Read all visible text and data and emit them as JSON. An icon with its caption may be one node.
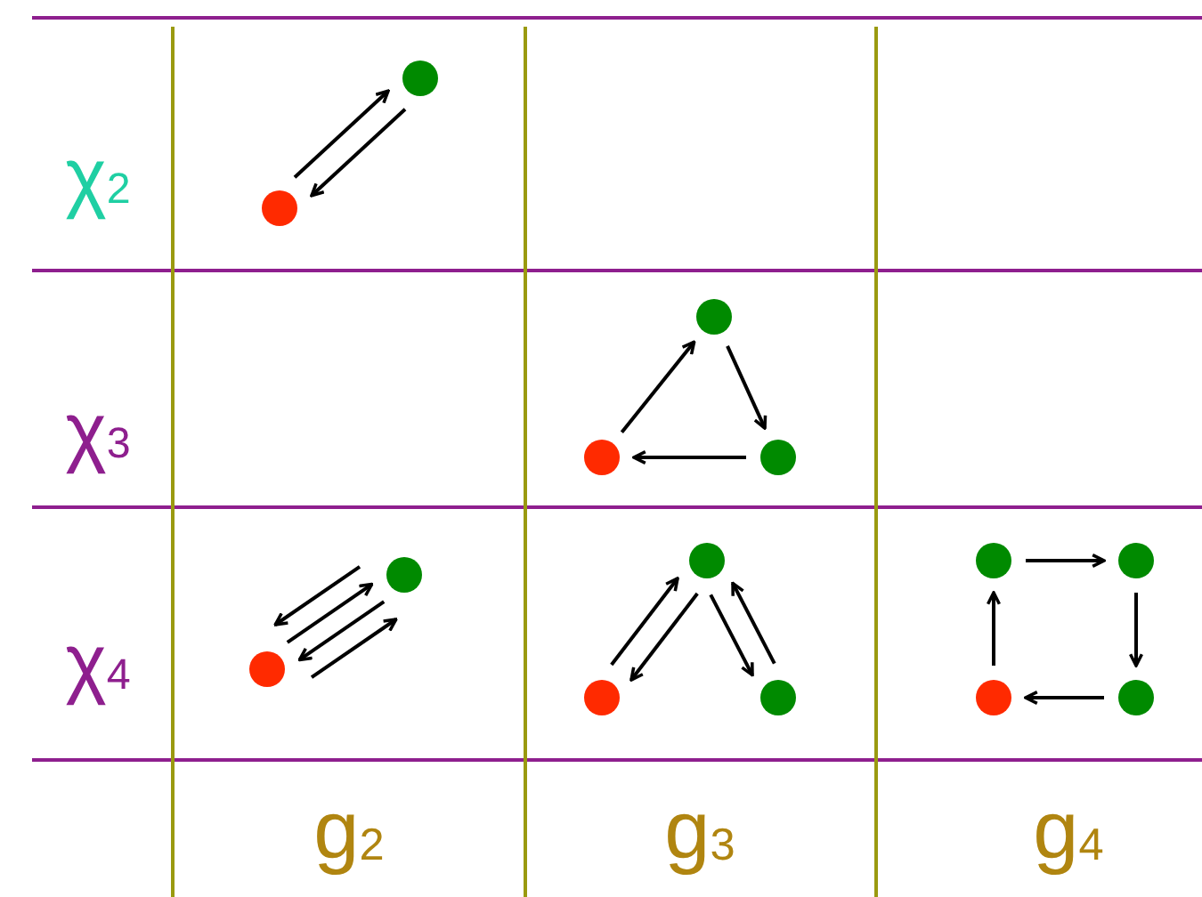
{
  "diagram": {
    "nodes": [
      {
        "text": [],
        "shape": "circle"
      },
      {
        "text": [],
        "shape": "circle"
      },
      {
        "text": [],
        "shape": "circle"
      },
      {
        "text": [],
        "shape": "circle"
      },
      {
        "text": [],
        "shape": "circle"
      },
      {
        "text": [],
        "shape": "circle"
      },
      {
        "text": [],
        "shape": "circle"
      },
      {
        "text": [],
        "shape": "circle"
      },
      {
        "text": [],
        "shape": "circle"
      },
      {
        "text": [],
        "shape": "circle"
      },
      {
        "text": [],
        "shape": "circle"
      },
      {
        "text": [],
        "shape": "circle"
      },
      {
        "text": [],
        "shape": "circle"
      },
      {
        "text": [],
        "shape": "circle"
      }
    ],
    "edges": [
      {
        "from": 1,
        "to": 0,
        "arrow": "to"
      },
      {
        "from": 0,
        "to": 1,
        "arrow": "to"
      },
      {
        "from": 2,
        "to": 3,
        "arrow": "to"
      },
      {
        "from": 3,
        "to": 4,
        "arrow": "to"
      },
      {
        "from": 4,
        "to": 2,
        "arrow": "to"
      },
      {
        "from": 6,
        "to": 5,
        "arrow": "to"
      },
      {
        "from": 5,
        "to": 6,
        "arrow": "to"
      },
      {
        "from": 6,
        "to": 5,
        "arrow": "to"
      },
      {
        "from": 5,
        "to": 6,
        "arrow": "to"
      },
      {
        "from": 7,
        "to": 8,
        "arrow": "to"
      },
      {
        "from": 8,
        "to": 7,
        "arrow": "to"
      },
      {
        "from": 9,
        "to": 8,
        "arrow": "to"
      },
      {
        "from": 8,
        "to": 9,
        "arrow": "to"
      },
      {
        "from": 11,
        "to": 12,
        "arrow": "to"
      },
      {
        "from": 12,
        "to": 13,
        "arrow": "to"
      },
      {
        "from": 13,
        "to": 10,
        "arrow": "to"
      },
      {
        "from": 10,
        "to": 11,
        "arrow": "to"
      }
    ],
    "labels": [
      "χ$_{2}$",
      "χ$_{3}$",
      "χ$_{4}$",
      "g$_{2}$",
      "g$_{3}$",
      "g$_{4}$"
    ]
  }
}
